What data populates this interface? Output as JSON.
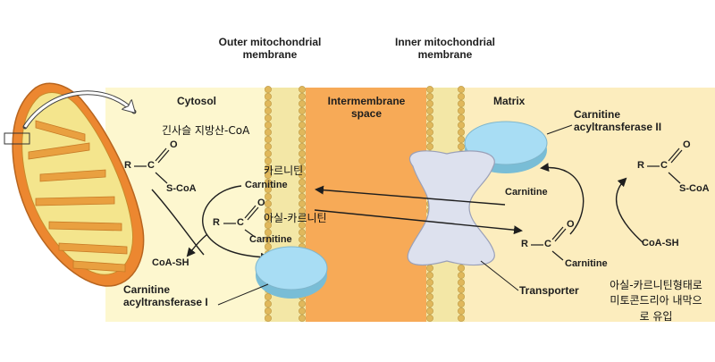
{
  "membranes": {
    "outer": [
      "Outer mitochondrial",
      "membrane"
    ],
    "inner": [
      "Inner mitochondrial",
      "membrane"
    ]
  },
  "regions": {
    "cytosol": "Cytosol",
    "intermembrane": [
      "Intermembrane",
      "space"
    ],
    "matrix": "Matrix"
  },
  "cytosol_side": {
    "korean_title": "긴사슬 지방산-CoA",
    "acylcoa": {
      "r": "R",
      "c": "C",
      "o": "O",
      "sco": "S-CoA"
    },
    "carnitine_ko": "카르니틴",
    "carnitine": "Carnitine",
    "acylcarnitine_ko": "아실-카르니틴",
    "acylcarnitine": {
      "r": "R",
      "c": "C",
      "o": "O",
      "carnitine": "Carnitine"
    },
    "coash": "CoA-SH",
    "enzyme": [
      "Carnitine",
      "acyltransferase I"
    ]
  },
  "matrix_side": {
    "enzyme": [
      "Carnitine",
      "acyltransferase II"
    ],
    "carnitine": "Carnitine",
    "acylcoa": {
      "r": "R",
      "c": "C",
      "o": "O",
      "sco": "S-CoA"
    },
    "coash": "CoA-SH",
    "acylcarnitine": {
      "r": "R",
      "c": "C",
      "o": "O",
      "carnitine": "Carnitine"
    },
    "transporter": "Transporter",
    "korean_note": [
      "아실-카르니틴형태로",
      "미토콘드리아 내막으",
      "로 유입"
    ]
  },
  "colors": {
    "cytosol_bg": "#fdf7cf",
    "intermembrane_bg": "#f7aa57",
    "matrix_bg": "#fcedbe",
    "membrane_head": "#e0b85c",
    "membrane_tail": "#f3e7a6",
    "enzyme_blue": "#a8ddf4",
    "transporter": "#dde1ee",
    "mito_outer": "#ec8730",
    "mito_inner": "#f4e58d"
  }
}
